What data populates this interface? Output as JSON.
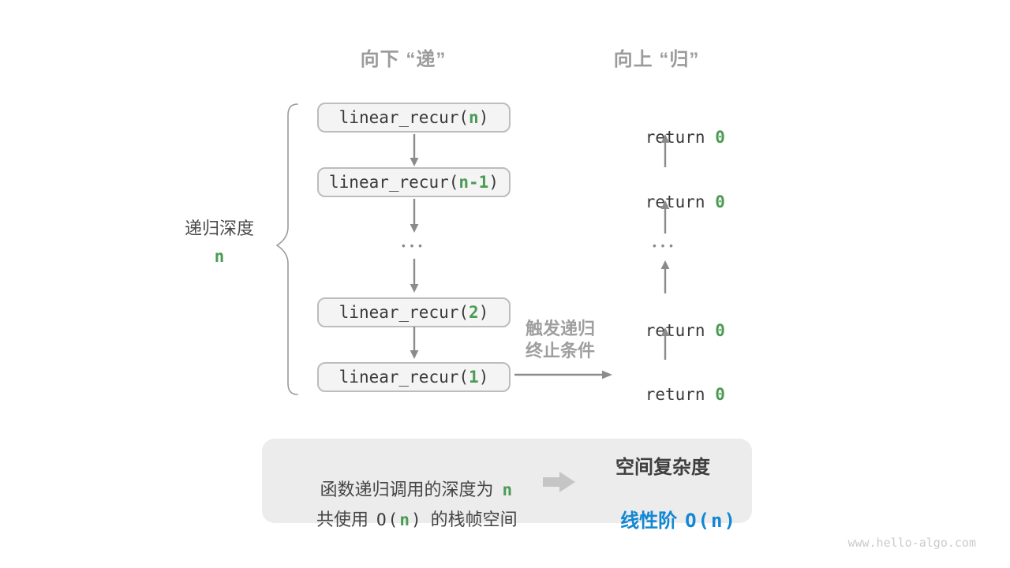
{
  "headers": {
    "down": "向下 “递”",
    "up": "向上 “归”"
  },
  "depth": {
    "label": "递归深度",
    "value": "n"
  },
  "calls": [
    {
      "pre": "linear_recur(",
      "arg": "n",
      "post": ")"
    },
    {
      "pre": "linear_recur(",
      "arg": "n-1",
      "post": ")"
    },
    {
      "pre": "linear_recur(",
      "arg": "2",
      "post": ")"
    },
    {
      "pre": "linear_recur(",
      "arg": "1",
      "post": ")"
    }
  ],
  "returns": [
    {
      "pre": "return ",
      "val": "0"
    },
    {
      "pre": "return ",
      "val": "0"
    },
    {
      "pre": "return ",
      "val": "0"
    },
    {
      "pre": "return ",
      "val": "0"
    }
  ],
  "ellipsis": "•••",
  "trigger": {
    "line1": "触发递归",
    "line2": "终止条件"
  },
  "summary": {
    "l1_text": "函数递归调用的深度为",
    "l1_var": "n",
    "l2_pre": "共使用",
    "l2_code_open": "O(",
    "l2_var": "n",
    "l2_code_close": ")",
    "l2_post": "的栈帧空间",
    "r_title": "空间复杂度",
    "r_label": "线性阶",
    "r_code": "O(n)"
  },
  "watermark": "www.hello-algo.com",
  "colors": {
    "green": "#4C9B55",
    "blue": "#1287D2",
    "grey_text": "#9B9B9B",
    "code_text": "#3A3A3A",
    "arrow": "#8B8B8B",
    "box_fill": "#F4F4F4",
    "box_border": "#BDBDBD",
    "summary_fill": "#ECECEC"
  }
}
